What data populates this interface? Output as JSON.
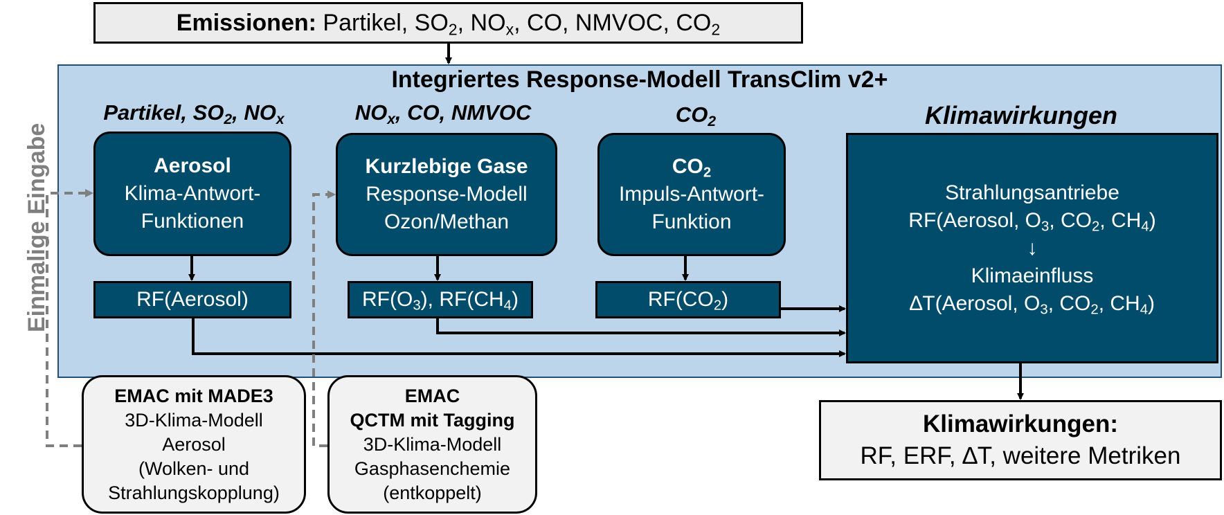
{
  "emissions": {
    "label": "Emissionen:",
    "items_pre": "Partikel, SO",
    "items_sub1": "2",
    "items_mid1": ", NO",
    "items_sub2": "x",
    "items_mid2": ", CO, NMVOC, CO",
    "items_sub3": "2"
  },
  "model": {
    "title": "Integriertes Response-Modell TransClim v2+"
  },
  "columns": {
    "aerosol": {
      "head_pre": "Partikel, SO",
      "head_sub1": "2",
      "head_mid": ", NO",
      "head_sub2": "x"
    },
    "gases": {
      "head_pre": "NO",
      "head_sub": "x",
      "head_post": ", CO, NMVOC"
    },
    "co2": {
      "head_pre": "CO",
      "head_sub": "2"
    },
    "climate": {
      "head": "Klimawirkungen"
    }
  },
  "boxes": {
    "aerosol": {
      "title": "Aerosol",
      "line1": "Klima-Antwort-",
      "line2": "Funktionen"
    },
    "gases": {
      "title": "Kurzlebige Gase",
      "line1": "Response-Modell",
      "line2": "Ozon/Methan"
    },
    "co2": {
      "title_pre": "CO",
      "title_sub": "2",
      "line1": "Impuls-Antwort-",
      "line2": "Funktion"
    },
    "climate": {
      "line1": "Strahlungsantriebe",
      "rf_pre": "RF(Aerosol, O",
      "rf_sub1": "3",
      "rf_mid1": ", CO",
      "rf_sub2": "2",
      "rf_mid2": ", CH",
      "rf_sub3": "4",
      "rf_end": ")",
      "arrow": "↓",
      "line3": "Klimaeinfluss",
      "dt_pre": "∆T(Aerosol, O",
      "dt_sub1": "3",
      "dt_mid1": ", CO",
      "dt_sub2": "2",
      "dt_mid2": ", CH",
      "dt_sub3": "4",
      "dt_end": ")"
    }
  },
  "rf": {
    "aerosol": "RF(Aerosol)",
    "gases": {
      "pre": "RF(O",
      "sub1": "3",
      "mid": "), RF(CH",
      "sub2": "4",
      "end": ")"
    },
    "co2": {
      "pre": "RF(CO",
      "sub": "2",
      "end": ")"
    }
  },
  "emac_made3": {
    "title": "EMAC mit MADE3",
    "line1": "3D-Klima-Modell",
    "line2": "Aerosol",
    "line3": "(Wolken- und",
    "line4": "Strahlungskopplung)"
  },
  "emac_qctm": {
    "title1": "EMAC",
    "title2": "QCTM mit Tagging",
    "line1": "3D-Klima-Modell",
    "line2": "Gasphasenchemie",
    "line3": "(entkoppelt)"
  },
  "output": {
    "title": "Klimawirkungen:",
    "items": "RF, ERF, ∆T, weitere Metriken"
  },
  "side_label": "Einmalige Eingabe",
  "colors": {
    "panel": "#bdd5ea",
    "dark_box": "#004c6a",
    "light_box": "#f2f2f2",
    "dashed": "#7f7f7f"
  }
}
